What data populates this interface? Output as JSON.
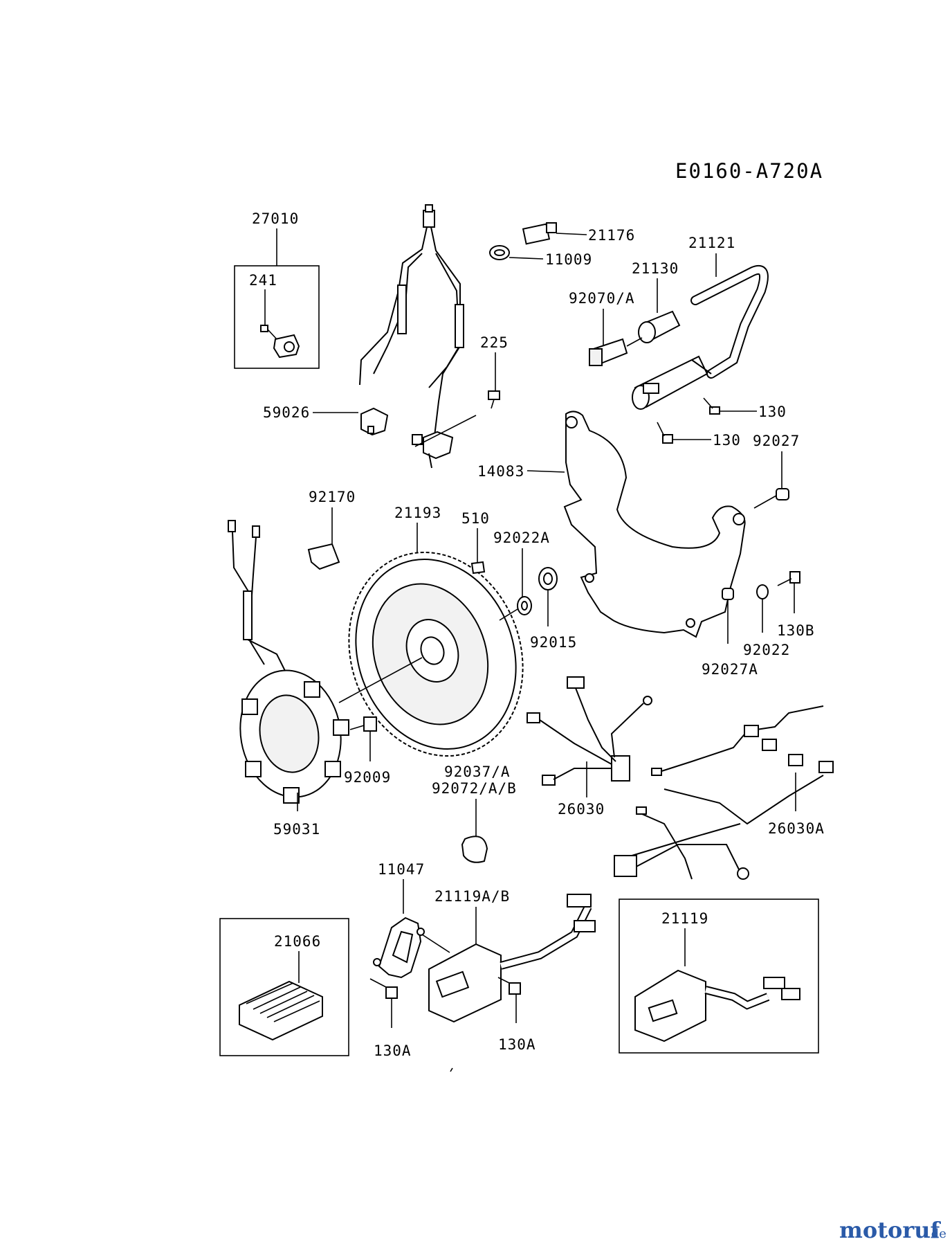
{
  "diagram": {
    "code": "E0160-A720A",
    "watermark": {
      "brand": "motoruf",
      "tld": ".de"
    },
    "callouts": {
      "p27010": "27010",
      "p241": "241",
      "p59026": "59026",
      "p225": "225",
      "p21176": "21176",
      "p11009": "11009",
      "p21121": "21121",
      "p21130": "21130",
      "p92070A": "92070/A",
      "p130a": "130",
      "p130b": "130",
      "p92027": "92027",
      "p14083": "14083",
      "p92170": "92170",
      "p21193": "21193",
      "p510": "510",
      "p92022A": "92022A",
      "p92015": "92015",
      "p130B": "130B",
      "p92022": "92022",
      "p92027A": "92027A",
      "p92009": "92009",
      "p59031": "59031",
      "p92037A": "92037/A",
      "p92072AB": "92072/A/B",
      "p26030": "26030",
      "p26030A": "26030A",
      "p11047": "11047",
      "p21119AB": "21119A/B",
      "p21066": "21066",
      "p130A_1": "130A",
      "p130A_2": "130A",
      "p21119": "21119"
    }
  }
}
